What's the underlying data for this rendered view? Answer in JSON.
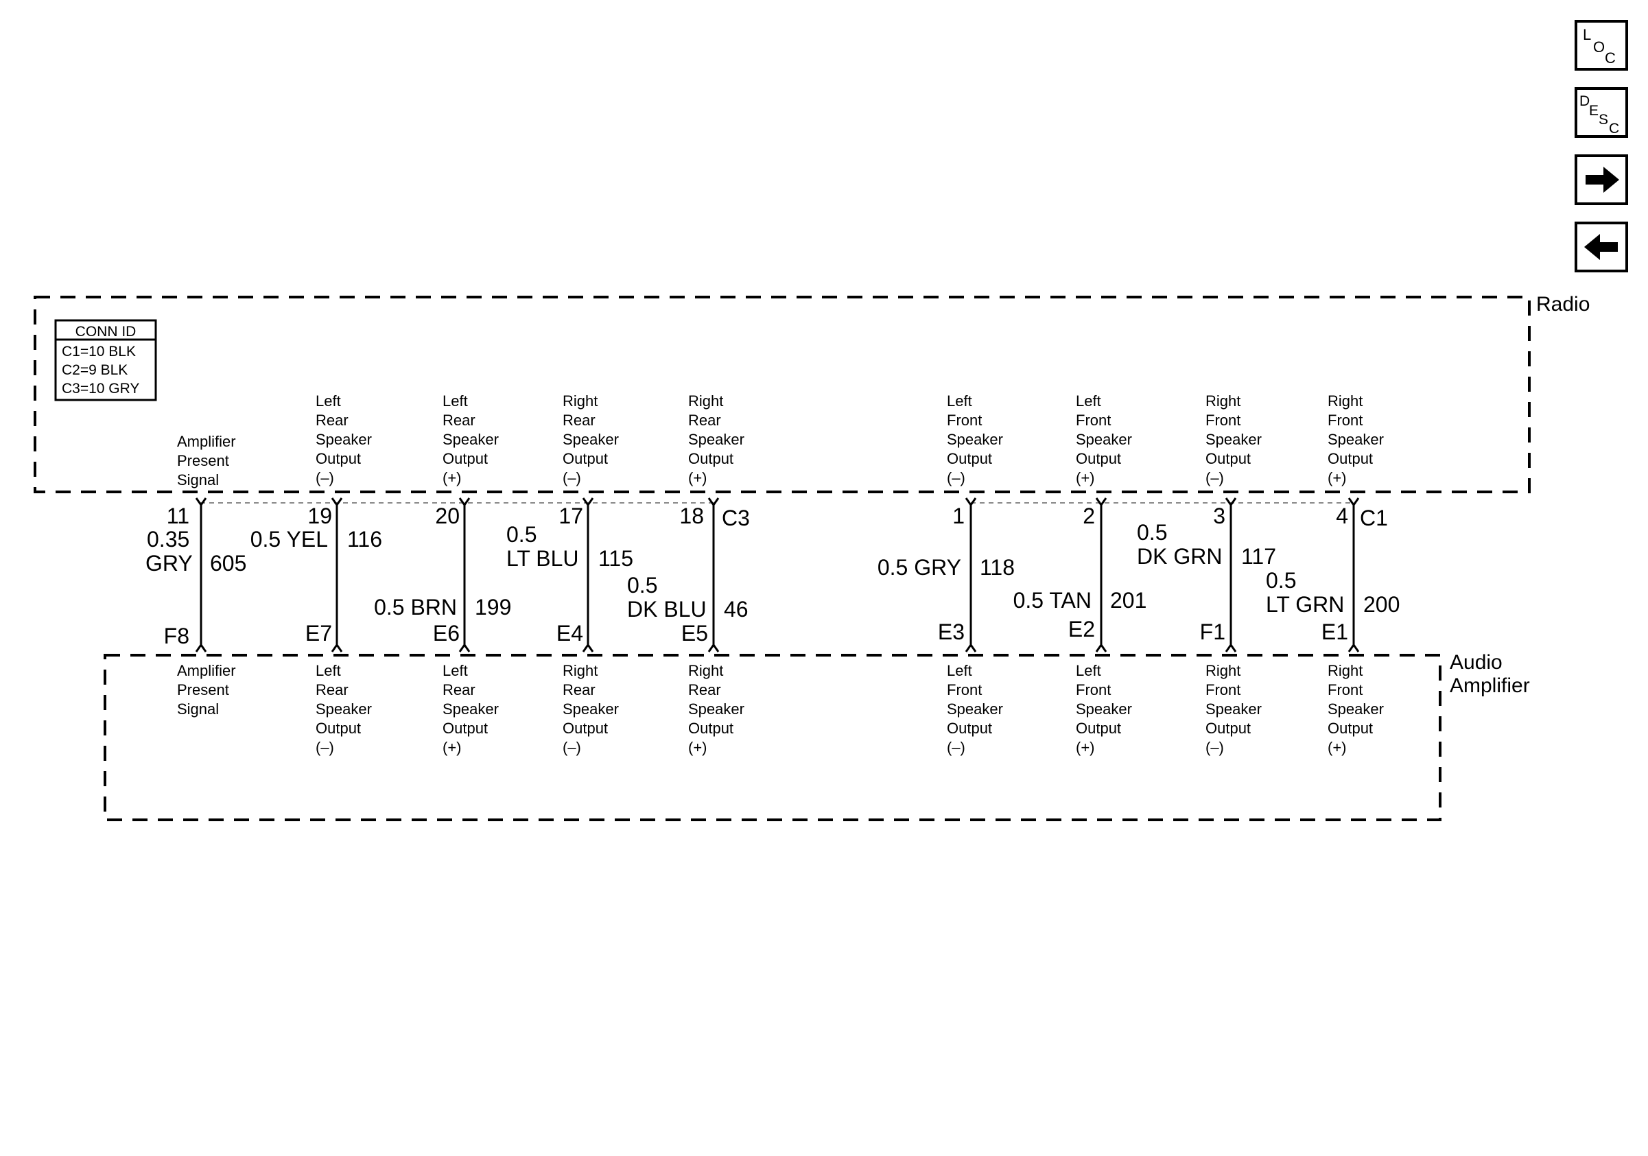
{
  "nav_buttons": [
    {
      "id": "loc",
      "letters": [
        "L",
        "O",
        "C"
      ]
    },
    {
      "id": "desc",
      "letters": [
        "D",
        "E",
        "S",
        "C"
      ]
    },
    {
      "id": "forward",
      "icon": "arrow-right-icon"
    },
    {
      "id": "back",
      "icon": "arrow-left-icon"
    }
  ],
  "conn_id": {
    "title": "CONN ID",
    "rows": [
      "C1=10 BLK",
      "C2=9 BLK",
      "C3=10 GRY"
    ]
  },
  "radio": {
    "label": "Radio",
    "connectors": [
      "C3",
      "C1"
    ]
  },
  "amplifier": {
    "label_line1": "Audio",
    "label_line2": "Amplifier"
  },
  "wires": [
    {
      "function": [
        "Amplifier",
        "Present",
        "Signal"
      ],
      "radio_pin": "11",
      "amp_pin": "F8",
      "gauge_color": [
        "0.35",
        "GRY"
      ],
      "circuit": "605"
    },
    {
      "function": [
        "Left",
        "Rear",
        "Speaker",
        "Output",
        "(–)"
      ],
      "radio_pin": "19",
      "amp_pin": "E7",
      "gauge_color": [
        "0.5 YEL"
      ],
      "circuit": "116"
    },
    {
      "function": [
        "Left",
        "Rear",
        "Speaker",
        "Output",
        "(+)"
      ],
      "radio_pin": "20",
      "amp_pin": "E6",
      "gauge_color": [
        "0.5 BRN"
      ],
      "circuit": "199"
    },
    {
      "function": [
        "Right",
        "Rear",
        "Speaker",
        "Output",
        "(–)"
      ],
      "radio_pin": "17",
      "amp_pin": "E4",
      "gauge_color": [
        "0.5",
        "LT BLU"
      ],
      "circuit": "115"
    },
    {
      "function": [
        "Right",
        "Rear",
        "Speaker",
        "Output",
        "(+)"
      ],
      "radio_pin": "18",
      "amp_pin": "E5",
      "gauge_color": [
        "0.5",
        "DK BLU"
      ],
      "circuit": "46"
    },
    {
      "function": [
        "Left",
        "Front",
        "Speaker",
        "Output",
        "(–)"
      ],
      "radio_pin": "1",
      "amp_pin": "E3",
      "gauge_color": [
        "0.5 GRY"
      ],
      "circuit": "118"
    },
    {
      "function": [
        "Left",
        "Front",
        "Speaker",
        "Output",
        "(+)"
      ],
      "radio_pin": "2",
      "amp_pin": "E2",
      "gauge_color": [
        "0.5 TAN"
      ],
      "circuit": "201"
    },
    {
      "function": [
        "Right",
        "Front",
        "Speaker",
        "Output",
        "(–)"
      ],
      "radio_pin": "3",
      "amp_pin": "F1",
      "gauge_color": [
        "0.5",
        "DK GRN"
      ],
      "circuit": "117"
    },
    {
      "function": [
        "Right",
        "Front",
        "Speaker",
        "Output",
        "(+)"
      ],
      "radio_pin": "4",
      "amp_pin": "E1",
      "gauge_color": [
        "0.5",
        "LT GRN"
      ],
      "circuit": "200"
    }
  ]
}
